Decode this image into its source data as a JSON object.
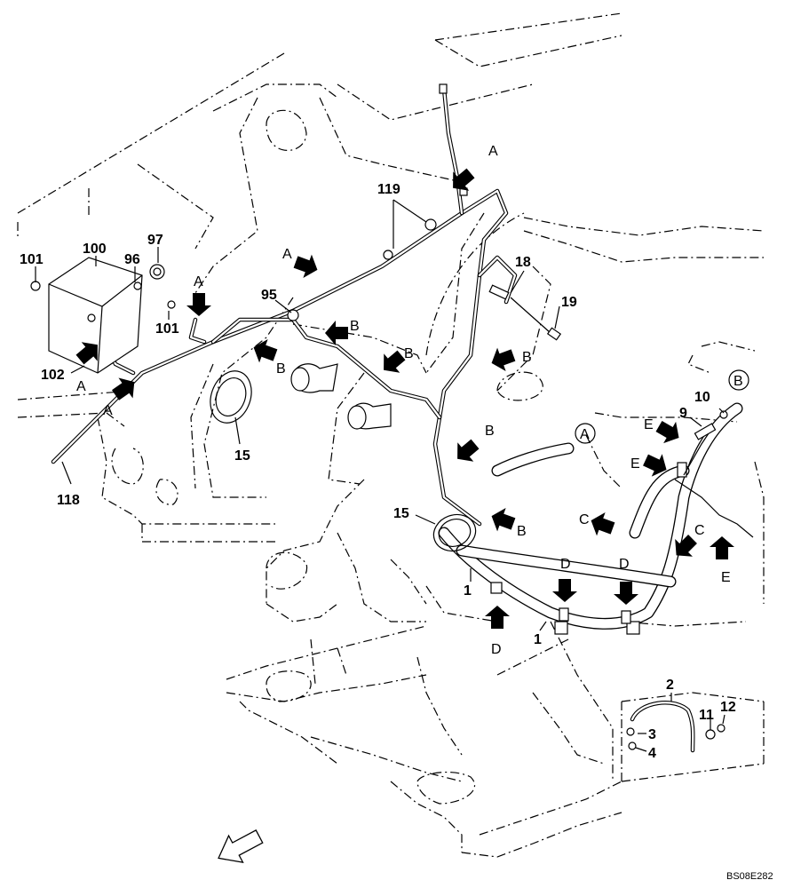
{
  "labels": {
    "l1a": "1",
    "l1b": "1",
    "l2": "2",
    "l3": "3",
    "l4": "4",
    "l9": "9",
    "l10": "10",
    "l11": "11",
    "l12": "12",
    "l15a": "15",
    "l15b": "15",
    "l18": "18",
    "l19": "19",
    "l95": "95",
    "l96": "96",
    "l97": "97",
    "l100": "100",
    "l101a": "101",
    "l101b": "101",
    "l102": "102",
    "l118": "118",
    "l119": "119"
  },
  "letters": {
    "a1": "A",
    "a2": "A",
    "a3": "A",
    "a4": "A",
    "a5": "A",
    "b1": "B",
    "b2": "B",
    "b3": "B",
    "b4": "B",
    "b5": "B",
    "b6": "B",
    "c1": "C",
    "c2": "C",
    "d1": "D",
    "d2": "D",
    "d3": "D",
    "e1": "E",
    "e2": "E",
    "e3": "E"
  },
  "circled": {
    "a": "A",
    "b": "B"
  },
  "drawing_code": "BS08E282",
  "icons": [
    "direction-arrow-icon",
    "callout-arrow-icon"
  ]
}
